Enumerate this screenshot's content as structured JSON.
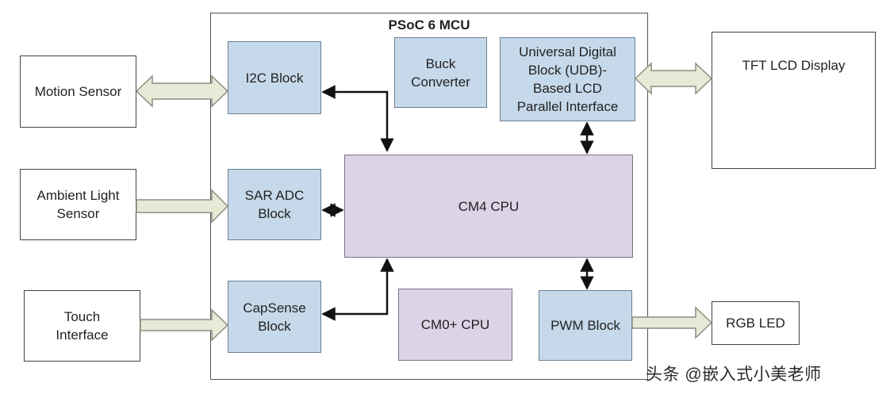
{
  "mcu": {
    "title": "PSoC 6 MCU"
  },
  "external": {
    "motion_sensor": "Motion Sensor",
    "ambient_light_sensor": "Ambient Light\nSensor",
    "touch_interface": "Touch\nInterface",
    "tft_lcd_display": "TFT LCD Display",
    "rgb_led": "RGB LED"
  },
  "blocks": {
    "i2c": "I2C Block",
    "sar_adc": "SAR ADC\nBlock",
    "capsense": "CapSense\nBlock",
    "buck_converter": "Buck\nConverter",
    "udb_lcd": "Universal Digital\nBlock (UDB)-\nBased LCD\nParallel Interface",
    "cm4_cpu": "CM4 CPU",
    "cm0_cpu": "CM0+ CPU",
    "pwm": "PWM Block"
  },
  "watermark": "头条 @嵌入式小美老师",
  "colors": {
    "peripheral_block": "#c6d9ea",
    "cpu_block": "#dcd3e6",
    "hollow_arrow_fill": "#e6ead7",
    "connector": "#111111"
  }
}
